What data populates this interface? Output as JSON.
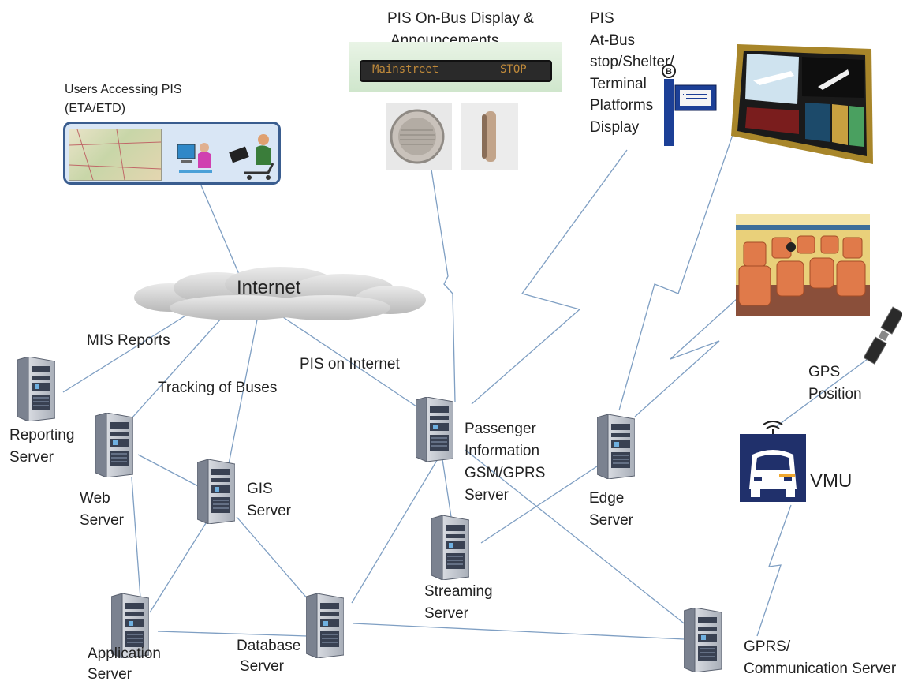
{
  "cloud": {
    "label": "Internet"
  },
  "users": {
    "title": [
      "Users Accessing PIS",
      "(ETA/ETD)"
    ]
  },
  "onbus": {
    "title": [
      "PIS On-Bus Display &",
      "Announcements"
    ],
    "display_left": "Mainstreet",
    "display_right": "STOP"
  },
  "atbus": {
    "title": [
      "PIS",
      "At-Bus",
      "stop/Shelter/",
      "Terminal",
      "Platforms",
      "Display"
    ],
    "sign_glyph": "B"
  },
  "servers": {
    "reporting": [
      "Reporting",
      "Server"
    ],
    "web": [
      "Web",
      "Server"
    ],
    "gis": [
      "GIS",
      "Server"
    ],
    "application": [
      "Application",
      "Server"
    ],
    "database": [
      "Database",
      "Server"
    ],
    "passenger": [
      "Passenger",
      "Information",
      "GSM/GPRS",
      "Server"
    ],
    "streaming": [
      "Streaming",
      "Server"
    ],
    "edge": [
      "Edge",
      "Server"
    ],
    "gprs": [
      "GPRS/",
      "Communication Server"
    ]
  },
  "links": {
    "mis": "MIS Reports",
    "tracking": "Tracking of Buses",
    "pis_internet": "PIS on Internet",
    "gps": [
      "GPS",
      "Position"
    ]
  },
  "vmu": {
    "label": "VMU"
  }
}
